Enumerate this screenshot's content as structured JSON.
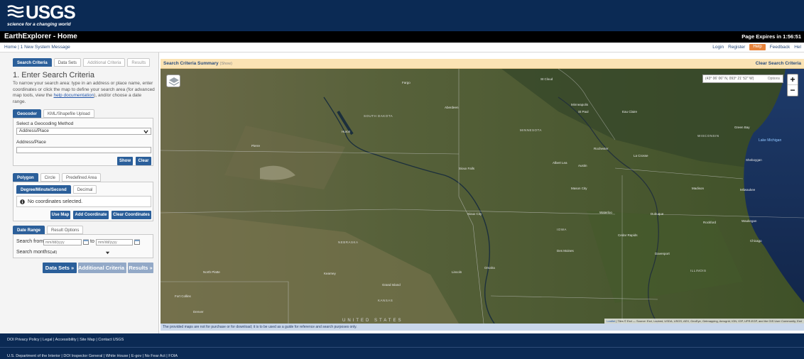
{
  "header": {
    "logo_text": "USGS",
    "tagline": "science for a changing world"
  },
  "title_bar": {
    "title": "EarthExplorer - Home",
    "expires": "Page Expires in 1:56:51"
  },
  "nav": {
    "home": "Home",
    "system_message": "1 New System Message",
    "login": "Login",
    "register": "Register",
    "help": "Help",
    "feedback": "Feedback",
    "help_link": "Hel"
  },
  "left_tabs": [
    {
      "label": "Search Criteria",
      "active": true
    },
    {
      "label": "Data Sets",
      "active": false
    },
    {
      "label": "Additional Criteria",
      "active": false
    },
    {
      "label": "Results",
      "active": false
    }
  ],
  "criteria": {
    "heading": "1. Enter Search Criteria",
    "help_part1": "To narrow your search area: type in an address or place name, enter coordinates or click the map to define your search area (for advanced map tools, view the ",
    "help_link": "help documentation",
    "help_part2": "), and/or choose a date range."
  },
  "geocoder": {
    "tabs": [
      "Geocoder",
      "KML/Shapefile Upload"
    ],
    "method_label": "Select a Geocoding Method",
    "method_value": "Address/Place",
    "address_label": "Address/Place",
    "address_value": "",
    "show_btn": "Show",
    "clear_btn": "Clear"
  },
  "polygon": {
    "tabs": [
      "Polygon",
      "Circle",
      "Predefined Area"
    ],
    "format_tabs": [
      "Degree/Minute/Second",
      "Decimal"
    ],
    "no_coords": "No coordinates selected.",
    "use_map_btn": "Use Map",
    "add_coord_btn": "Add Coordinate",
    "clear_coords_btn": "Clear Coordinates"
  },
  "date": {
    "tabs": [
      "Date Range",
      "Result Options"
    ],
    "search_from_label": "Search from:",
    "from_placeholder": "mm/dd/yyyy",
    "to_label": "to",
    "to_placeholder": "mm/dd/yyyy",
    "months_label": "Search months:",
    "months_value": "(all)"
  },
  "bottom_buttons": {
    "data_sets": "Data Sets »",
    "additional": "Additional Criteria »",
    "results": "Results »"
  },
  "summary_bar": {
    "title": "Search Criteria Summary",
    "show": "(Show)",
    "clear": "Clear Search Criteria"
  },
  "map": {
    "coord_readout": "(43° 06' 06\" N, 093° 21' 52\" W)",
    "options": "Options",
    "zoom_in": "+",
    "zoom_out": "−",
    "attribution_leaflet": "Leaflet",
    "attribution_rest": " | Tiles © Esri — Source: Esri, i-cubed, USDA, USGS, AEX, GeoEye, Getmapping, Aerogrid, IGN, IGP, UPR-EGP, and the GIS User Community, Esri",
    "cities": {
      "fargo": "Fargo",
      "stcloud": "St Cloud",
      "minneapolis": "Minneapolis",
      "stpaul": "St Paul",
      "eauclaire": "Eau Claire",
      "aberdeen": "Aberdeen",
      "pierre": "Pierre",
      "huron": "Huron",
      "rochester": "Rochester",
      "lacrosse": "La Crosse",
      "albertlea": "Albert Lea",
      "austin": "Austin",
      "siouxfalls": "Sioux Falls",
      "madison": "Madison",
      "milwaukee": "Milwaukee",
      "masoncity": "Mason City",
      "siouxcity": "Sioux City",
      "waterloo": "Waterloo",
      "dubuque": "Dubuque",
      "rockford": "Rockford",
      "waukegan": "Waukegan",
      "chicago": "Chicago",
      "cedarrapids": "Cedar Rapids",
      "davenport": "Davenport",
      "desmoines": "Des Moines",
      "omaha": "Omaha",
      "lincoln": "Lincoln",
      "northplatte": "North Platte",
      "kearney": "Kearney",
      "grandisland": "Grand Island",
      "fortcollins": "Fort Collins",
      "denver": "Denver",
      "sheboygan": "Sheboygan",
      "greenbay": "Green Bay"
    },
    "states": {
      "southdakota": "SOUTH DAKOTA",
      "minnesota": "MINNESOTA",
      "wisconsin": "WISCONSIN",
      "iowa": "IOWA",
      "nebraska": "NEBRASKA",
      "illinois": "ILLINOIS",
      "kansas": "KANSAS",
      "unitedstates": "UNITED STATES"
    },
    "lake": "Lake Michigan"
  },
  "disclaimer": "The provided maps are not for purchase or for download; it is to be used as a guide for reference and search purposes only.",
  "footer": {
    "row1": "DOI Privacy Policy  |  Legal  |  Accessibility  |  Site Map  |  Contact USGS",
    "row2": "U.S. Department of the Interior  |  DOI Inspector General  |  White House  |  E-gov  |  No Fear Act  |  FOIA"
  }
}
